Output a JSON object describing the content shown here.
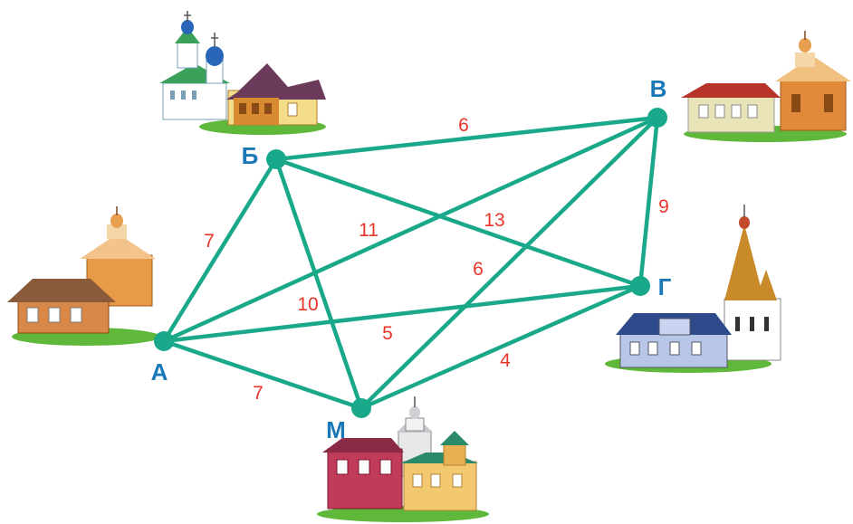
{
  "graph": {
    "nodes": [
      {
        "id": "A",
        "label": "А"
      },
      {
        "id": "B",
        "label": "Б"
      },
      {
        "id": "V",
        "label": "В"
      },
      {
        "id": "G",
        "label": "Г"
      },
      {
        "id": "M",
        "label": "М"
      }
    ],
    "edges": [
      {
        "from": "B",
        "to": "V",
        "weight": "6"
      },
      {
        "from": "A",
        "to": "B",
        "weight": "7"
      },
      {
        "from": "A",
        "to": "V",
        "weight": "11"
      },
      {
        "from": "B",
        "to": "G",
        "weight": "13"
      },
      {
        "from": "V",
        "to": "G",
        "weight": "9"
      },
      {
        "from": "B",
        "to": "M",
        "weight": "10"
      },
      {
        "from": "V",
        "to": "M",
        "weight": "6"
      },
      {
        "from": "A",
        "to": "G",
        "weight": "5"
      },
      {
        "from": "G",
        "to": "M",
        "weight": "4"
      },
      {
        "from": "A",
        "to": "M",
        "weight": "7"
      }
    ]
  },
  "colors": {
    "edge": "#1aa88a",
    "node": "#1aa88a",
    "weight_text": "#e8352a",
    "node_label": "#1b78b8"
  },
  "illustrations": [
    {
      "near": "B",
      "icon": "church-and-house-icon"
    },
    {
      "near": "V",
      "icon": "house-with-chapel-icon"
    },
    {
      "near": "A",
      "icon": "house-with-chapel-icon"
    },
    {
      "near": "G",
      "icon": "house-with-church-icon"
    },
    {
      "near": "M",
      "icon": "houses-with-bell-tower-icon"
    }
  ]
}
